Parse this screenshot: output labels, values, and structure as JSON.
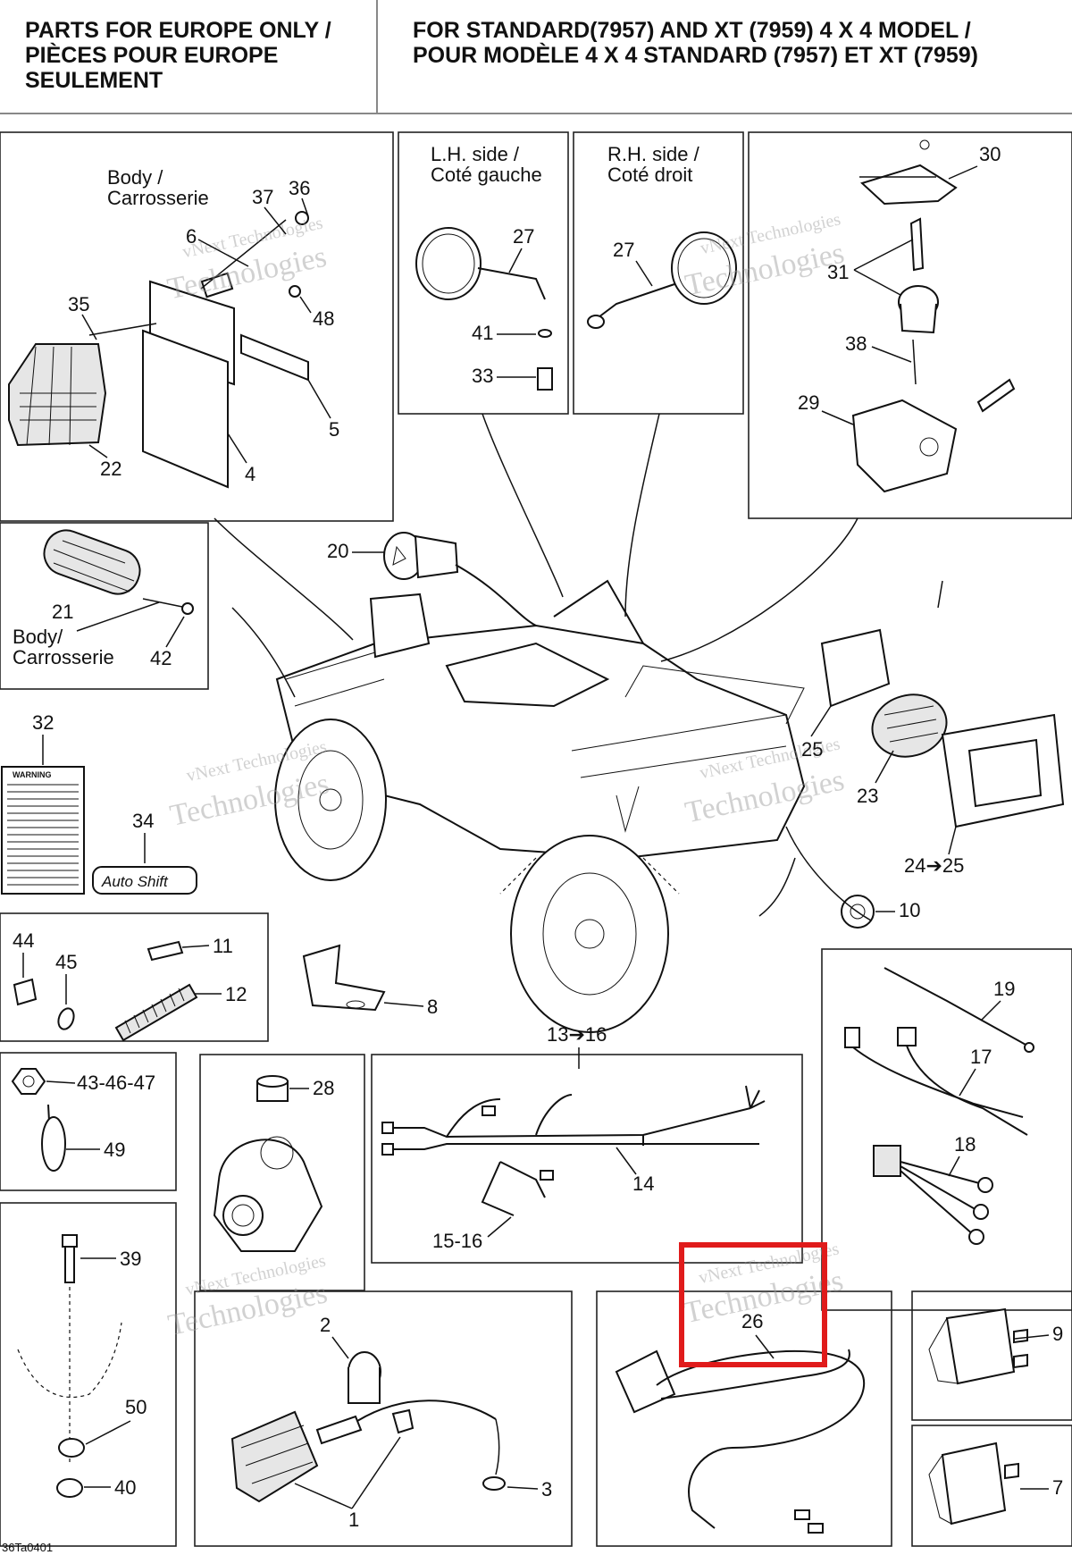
{
  "header": {
    "left_lines": [
      "PARTS FOR EUROPE ONLY /",
      "PIÈCES POUR EUROPE",
      "SEULEMENT"
    ],
    "right_lines": [
      "FOR STANDARD(7957) AND XT (7959) 4 X 4 MODEL /",
      "POUR MODÈLE 4 X 4 STANDARD (7957) ET XT (7959)"
    ]
  },
  "captions": {
    "body_top": [
      "Body /",
      "Carrosserie"
    ],
    "lh_side": [
      "L.H. side /",
      "Coté gauche"
    ],
    "rh_side": [
      "R.H. side /",
      "Coté droit"
    ],
    "body_left": [
      "Body/",
      "Carrosserie"
    ]
  },
  "part_numbers": {
    "p1": "1",
    "p2": "2",
    "p3": "3",
    "p4": "4",
    "p5": "5",
    "p6": "6",
    "p7": "7",
    "p8": "8",
    "p9": "9",
    "p10": "10",
    "p11": "11",
    "p12": "12",
    "p13_16": "13➔16",
    "p14": "14",
    "p15_16": "15-16",
    "p17": "17",
    "p18": "18",
    "p19": "19",
    "p20": "20",
    "p21": "21",
    "p22": "22",
    "p23": "23",
    "p24_25": "24➔25",
    "p25": "25",
    "p26": "26",
    "p27_left": "27",
    "p27_right": "27",
    "p28": "28",
    "p29": "29",
    "p30": "30",
    "p31": "31",
    "p32": "32",
    "p33": "33",
    "p34": "34",
    "p35": "35",
    "p36": "36",
    "p37": "37",
    "p38": "38",
    "p39": "39",
    "p40": "40",
    "p41": "41",
    "p42": "42",
    "p43_46_47": "43-46-47",
    "p44": "44",
    "p45": "45",
    "p48": "48",
    "p49": "49",
    "p50": "50"
  },
  "watermark": {
    "line1": "vNext Technologies",
    "line2": "Technologies"
  },
  "decal_label": "Auto Shift",
  "warning_label": "WARNING",
  "footer_code": "36Ta0401",
  "highlight": {
    "part": "26",
    "color": "#e01b1b"
  }
}
